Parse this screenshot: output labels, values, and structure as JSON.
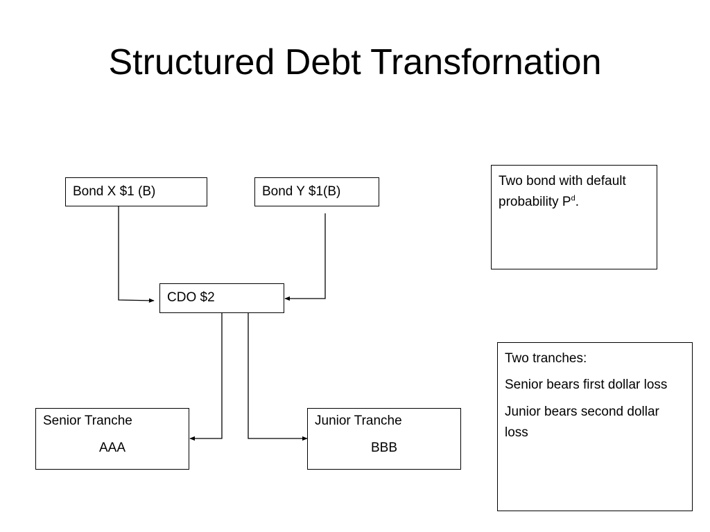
{
  "title": "Structured Debt Transfornation",
  "nodes": {
    "bond_x": "Bond X $1 (B)",
    "bond_y": "Bond Y $1(B)",
    "cdo": "CDO $2",
    "senior": {
      "name": "Senior Tranche",
      "rating": "AAA"
    },
    "junior": {
      "name": "Junior Tranche",
      "rating": "BBB"
    }
  },
  "notes": {
    "bonds": {
      "text": "Two bond with default probability P",
      "superscript": "d",
      "suffix": "."
    },
    "tranches": {
      "heading": "Two tranches:",
      "senior": "Senior bears first dollar loss",
      "junior": "Junior bears second dollar loss"
    }
  }
}
